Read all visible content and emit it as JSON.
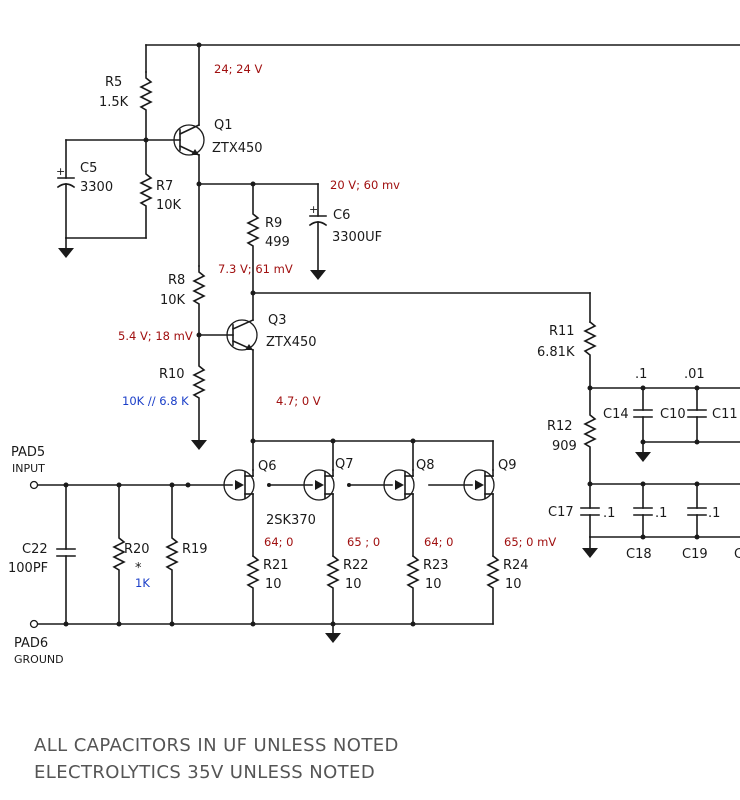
{
  "components": {
    "R5": {
      "name": "R5",
      "value": "1.5K"
    },
    "Q1": {
      "name": "Q1",
      "value": "ZTX450"
    },
    "C5": {
      "name": "C5",
      "value": "3300"
    },
    "R7": {
      "name": "R7",
      "value": "10K"
    },
    "R9": {
      "name": "R9",
      "value": "499"
    },
    "C6": {
      "name": "C6",
      "value": "3300UF"
    },
    "R8": {
      "name": "R8",
      "value": "10K"
    },
    "Q3": {
      "name": "Q3",
      "value": "ZTX450"
    },
    "R10": {
      "name": "R10"
    },
    "R11": {
      "name": "R11",
      "value": "6.81K"
    },
    "R12": {
      "name": "R12",
      "value": "909"
    },
    "C14": {
      "name": "C14",
      "value": ".1"
    },
    "C10": {
      "name": "C10",
      "value": ".01"
    },
    "C11": {
      "name": "C11"
    },
    "C17": {
      "name": "C17",
      "value": ".1"
    },
    "C18": {
      "name": "C18",
      "value": ".1"
    },
    "C19": {
      "name": "C19",
      "value": ".1"
    },
    "C_cut": {
      "name": "C"
    },
    "Q6": {
      "name": "Q6"
    },
    "Q7": {
      "name": "Q7"
    },
    "Q8": {
      "name": "Q8"
    },
    "Q9": {
      "name": "Q9"
    },
    "jfet_part": "2SK370",
    "R21": {
      "name": "R21",
      "value": "10"
    },
    "R22": {
      "name": "R22",
      "value": "10"
    },
    "R23": {
      "name": "R23",
      "value": "10"
    },
    "R24": {
      "name": "R24",
      "value": "10"
    },
    "R20": {
      "name": "R20",
      "value": "*"
    },
    "R19": {
      "name": "R19"
    },
    "C22": {
      "name": "C22",
      "value": "100PF"
    },
    "PAD5": {
      "name": "PAD5",
      "label": "INPUT"
    },
    "PAD6": {
      "name": "PAD6",
      "label": "GROUND"
    }
  },
  "annotations": {
    "v_top": "24; 24 V",
    "v_c6": "20 V; 60 mv",
    "v_r9": "7.3 V; 61 mV",
    "v_q3b": "5.4 V; 18 mV",
    "v_q3e": "4.7; 0 V",
    "r10_value": "10K // 6.8 K",
    "r20_value": "1K",
    "v_r21": "64; 0",
    "v_r22": "65 ; 0",
    "v_r23": "64; 0",
    "v_r24": "65; 0 mV"
  },
  "notes": [
    "ALL CAPACITORS IN UF UNLESS NOTED",
    "ELECTROLYTICS 35V UNLESS NOTED"
  ],
  "colors": {
    "wire": "#1a1a1a",
    "measurement": "#a01010",
    "modification": "#1a3ec8",
    "note": "#555555"
  }
}
